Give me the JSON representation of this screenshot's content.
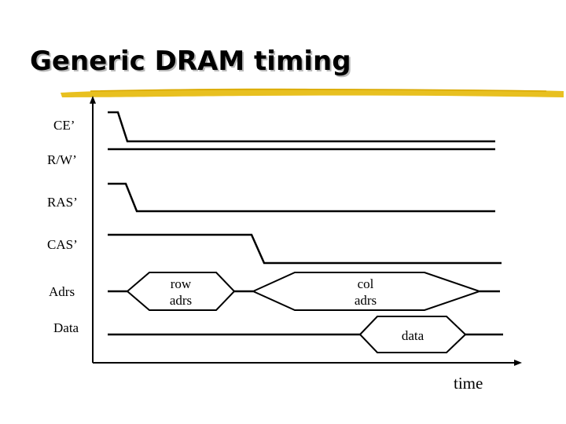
{
  "title": "Generic DRAM timing",
  "signals": [
    {
      "label": "CE’"
    },
    {
      "label": "R/W’"
    },
    {
      "label": "RAS’"
    },
    {
      "label": "CAS’"
    },
    {
      "label": "Adrs"
    },
    {
      "label": "Data"
    }
  ],
  "fields": {
    "row_adrs": [
      "row",
      "adrs"
    ],
    "col_adrs": [
      "col",
      "adrs"
    ],
    "data": "data"
  },
  "axis": {
    "x_label": "time"
  },
  "colors": {
    "title_underline": "#e8c020",
    "line": "#000000",
    "title_shadow": "#b9b9b9"
  }
}
